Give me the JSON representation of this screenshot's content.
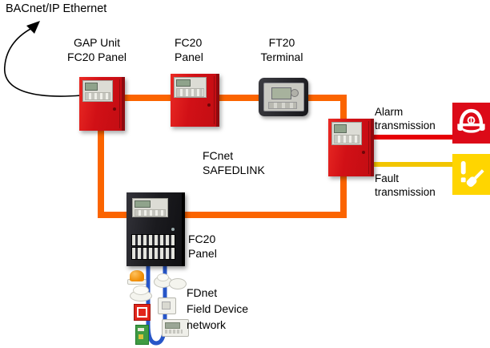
{
  "labels": {
    "bacnet_ethernet": "BACnet/IP Ethernet",
    "gap_unit": [
      "GAP Unit",
      "FC20 Panel"
    ],
    "fc20_top": [
      "FC20",
      "Panel"
    ],
    "ft20": [
      "FT20",
      "Terminal"
    ],
    "fcnet": [
      "FCnet",
      "SAFEDLINK"
    ],
    "alarm": [
      "Alarm",
      "transmission"
    ],
    "fault": [
      "Fault",
      "transmission"
    ],
    "fc20_bottom": [
      "FC20",
      "Panel"
    ],
    "fdnet": [
      "FDnet",
      "Field Device",
      "network"
    ]
  },
  "colors": {
    "fcnet_ring": "#fb6400",
    "alarm_line": "#e60005",
    "fault_line": "#f2c500",
    "alarm_icon_bg": "#dc0a18",
    "fault_icon_bg": "#ffd500",
    "fdnet_loop": "#2756c8",
    "panel_red": "#d11016",
    "panel_black": "#1b1b1f",
    "text": "#000000"
  },
  "icons": {
    "alarm": "fire-brigade-helmet-icon",
    "fault": "service-screwdriver-exclamation-icon",
    "arrow": "curved-arrow-to-bacnet"
  },
  "devices": {
    "panels": [
      "gap-unit-fc20-panel",
      "fc20-panel",
      "ft20-terminal",
      "fc20-panel-right",
      "fc20-panel-black"
    ],
    "field_devices": [
      "alarm-beacon",
      "smoke-detector-pair",
      "smoke-detector",
      "manual-call-point",
      "line-transponder",
      "pcb-module",
      "io-module"
    ]
  }
}
